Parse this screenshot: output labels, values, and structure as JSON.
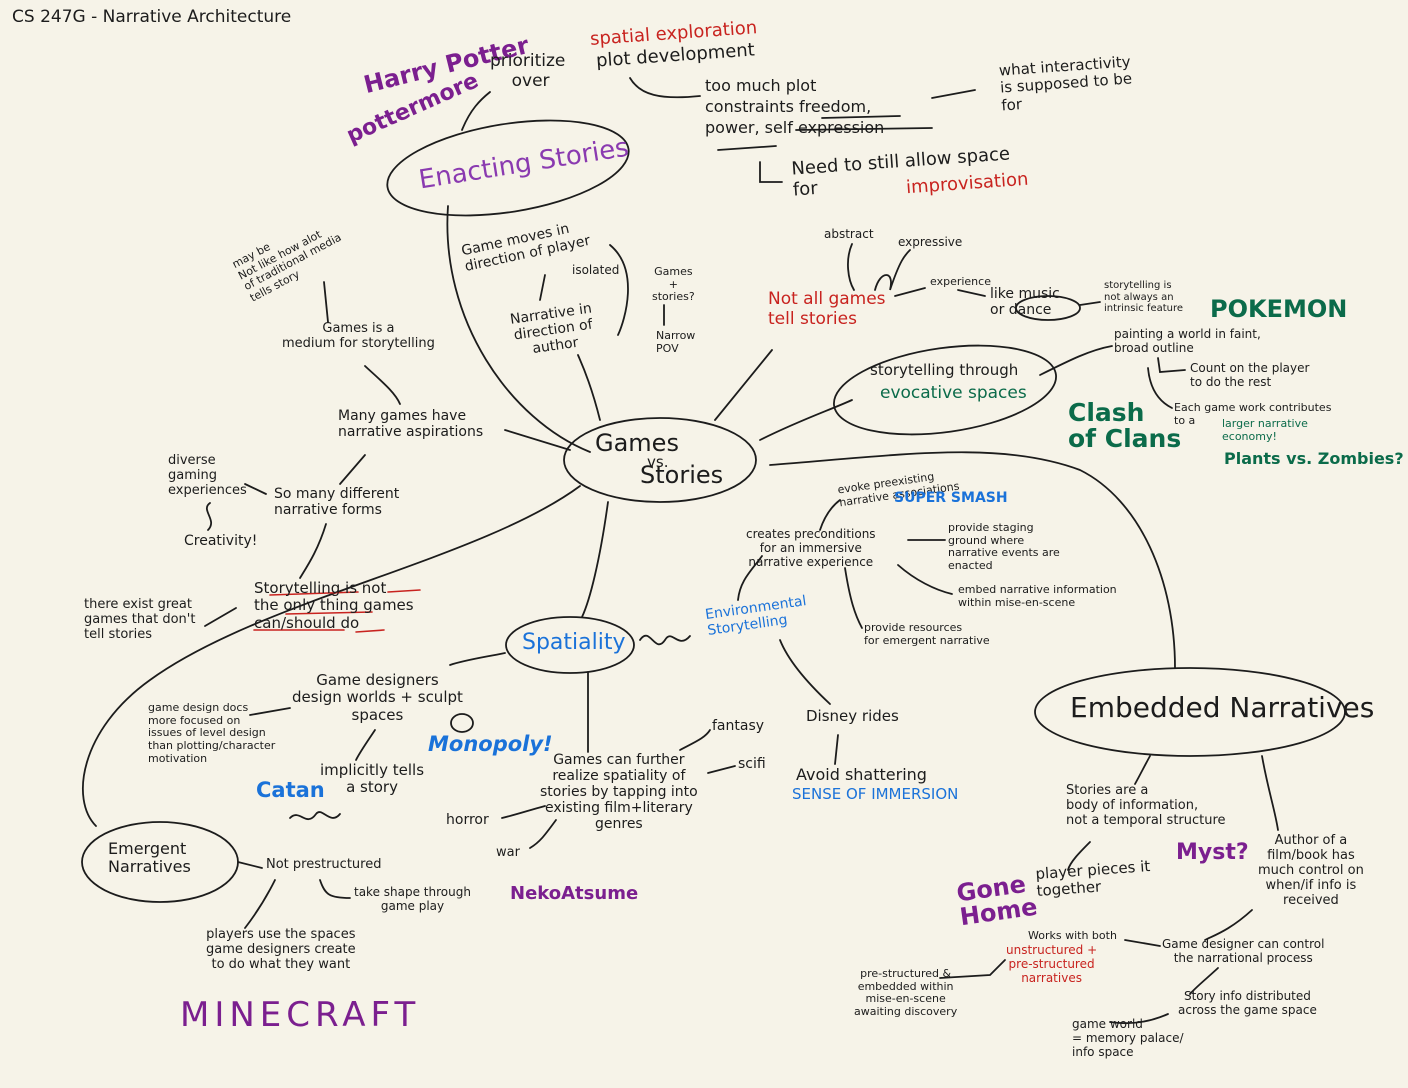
{
  "title": "CS 247G - Narrative Architecture",
  "hub": {
    "line1": "Games",
    "line2": "vs.",
    "line3": "Stories"
  },
  "nodes": {
    "enacting": "Enacting Stories",
    "evocative_l1": "storytelling through",
    "evocative_l2": "evocative spaces",
    "spatiality": "Spatiality",
    "embedded": "Embedded Narratives",
    "emergent": "Emergent\nNarratives"
  },
  "enacting_branch": {
    "harry_potter": "Harry Potter",
    "pottermore": "pottermore",
    "prioritize": "prioritize\n    over",
    "spatial": "spatial exploration",
    "plot_dev": "plot development",
    "too_much": "too much plot\nconstraints freedom,\npower, self expression",
    "interactivity": "what interactivity\nis supposed to be\nfor",
    "need_space": "Need to still allow space\nfor",
    "improvisation": "improvisation"
  },
  "moves_branch": {
    "game_moves": "Game moves in\ndirection of player",
    "isolated": "isolated",
    "games_stories": "Games\n+\nstories?",
    "narrow_pov": "Narrow\nPOV",
    "narrative_author": "Narrative in\ndirection of\nauthor"
  },
  "not_all_branch": {
    "abstract": "abstract",
    "expressive": "expressive",
    "not_all": "Not all games\ntell stories",
    "experience": "experience",
    "like_music": "like music\nor dance",
    "intrinsic": "storytelling is\nnot always an\nintrinsic feature"
  },
  "evocative_branch": {
    "painting": "painting a world in faint,\nbroad outline",
    "count_player": "Count on the player\nto do the rest",
    "each_game": "Each game work contributes\nto a",
    "larger_narrative": "larger narrative\neconomy!",
    "pokemon": "POKEMON",
    "clash": "Clash\nof Clans",
    "pvz": "Plants vs. Zombies?"
  },
  "left_branch": {
    "maybe": "may be\nNot like how alot\nof traditional media\ntells story",
    "medium": "Games is a\nmedium for storytelling",
    "aspirations": "Many games have\nnarrative aspirations",
    "diverse": "diverse\ngaming\nexperiences",
    "creativity": "Creativity!",
    "so_many": "So many different\nnarrative forms",
    "not_only": "Storytelling is not\nthe only thing games\ncan/should do",
    "great_games": "there exist great\ngames that don't\ntell stories"
  },
  "env_branch": {
    "evoke": "evoke preexisting\nnarrative associations",
    "super_smash": "SUPER SMASH",
    "creates": "creates preconditions\nfor an immersive\nnarrative experience",
    "staging": "provide staging\nground where\nnarrative events are\nenacted",
    "embed_info": "embed narrative information\nwithin mise-en-scene",
    "resources": "provide resources\nfor emergent narrative",
    "env_story": "Environmental\nStorytelling",
    "disney": "Disney rides",
    "avoid": "Avoid shattering",
    "immersion": "SENSE OF IMMERSION"
  },
  "spatial_branch": {
    "designers": "Game designers\ndesign worlds + sculpt\nspaces",
    "docs": "game design docs\nmore focused on\nissues of level design\nthan plotting/character\nmotivation",
    "monopoly": "Monopoly!",
    "implicitly": "implicitly tells\na story",
    "catan": "Catan",
    "further": "Games can further\nrealize spatiality of\nstories by tapping into\nexisting film+literary\ngenres",
    "fantasy": "fantasy",
    "scifi": "scifi",
    "horror": "horror",
    "war": "war",
    "neko": "NekoAtsume"
  },
  "emergent_branch": {
    "not_pre": "Not prestructured",
    "take_shape": "take shape through\ngame play",
    "players_use": "players use the spaces\ngame designers create\nto do what they want",
    "minecraft": "MINECRAFT"
  },
  "embedded_branch": {
    "stories_body": "Stories are a\nbody of information,\nnot a temporal structure",
    "author": "Author of a\nfilm/book has\nmuch control on\nwhen/if info is\nreceived",
    "myst": "Myst?",
    "pieces": "player pieces it\ntogether",
    "gone_home": "Gone\nHome",
    "works_with": "Works with both",
    "unstructured": "unstructured +\npre-structured\nnarratives",
    "control": "Game designer can control\nthe narrational process",
    "prestructured": "pre-structured &\nembedded within\nmise-en-scene\nawaiting discovery",
    "distributed": "Story info distributed\nacross the game space",
    "memory": "game world\n= memory palace/\ninfo space"
  },
  "colors": {
    "ink": "#1c1c1c",
    "red": "#c8231f",
    "purple": "#7b1f8f",
    "green": "#0b6b4a",
    "blue": "#1a72d9",
    "paper": "#f6f3e8"
  }
}
